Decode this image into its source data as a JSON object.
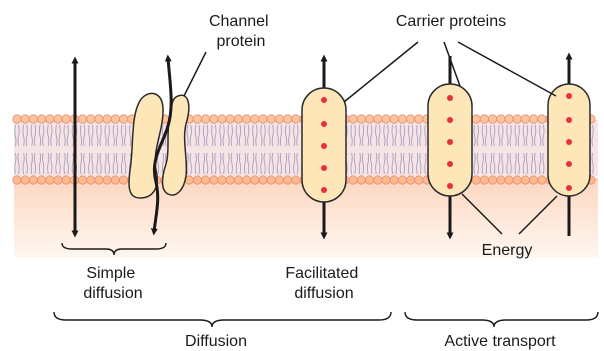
{
  "labels": {
    "channel_protein": [
      "Channel",
      "protein"
    ],
    "carrier_proteins": "Carrier proteins",
    "energy": "Energy",
    "simple_diffusion": [
      "Simple",
      "diffusion"
    ],
    "facilitated_diffusion": [
      "Facilitated",
      "diffusion"
    ],
    "diffusion": "Diffusion",
    "active_transport": "Active transport"
  },
  "colors": {
    "head_outer": "#ffc49b",
    "head_inner": "#ffb98f",
    "head_stroke": "#e58b74",
    "membrane_core": "#f6e3e6",
    "tail": "#a8a0bc",
    "protein_fill": "#fde7b8",
    "protein_stroke": "#2b2b2b",
    "dot": "#e8313a",
    "ink": "#1a1a1a"
  }
}
